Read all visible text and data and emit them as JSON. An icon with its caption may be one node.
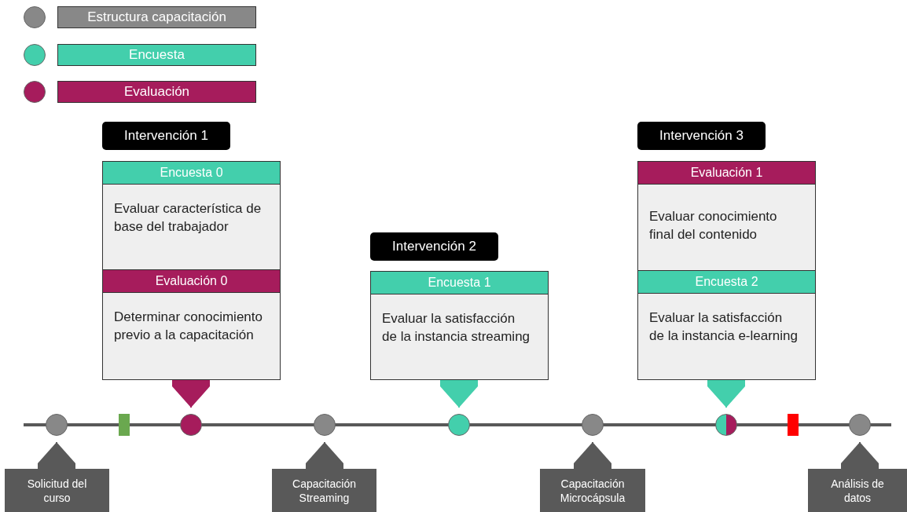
{
  "diagram": {
    "nodes": [
      {
        "text": [
          "Intervención 1"
        ]
      },
      {
        "text": [
          "Encuesta 0",
          "Evaluar característica de base del trabajador"
        ]
      },
      {
        "text": [
          "Evaluación 0",
          "Determinar conocimiento previo a la capacitación"
        ]
      },
      {
        "text": [
          "Intervención 2"
        ]
      },
      {
        "text": [
          "Encuesta 1",
          "Evaluar la satisfacción de la instancia streaming"
        ]
      },
      {
        "text": [
          "Intervención 3"
        ]
      },
      {
        "text": [
          "Evaluación 1",
          "Evaluar conocimiento final del contenido"
        ]
      },
      {
        "text": [
          "Encuesta 2",
          "Evaluar la satisfacción de la instancia e-learning"
        ]
      },
      {
        "text": [],
        "shape": "circle"
      },
      {
        "text": [],
        "shape": "bar"
      },
      {
        "text": [],
        "shape": "circle"
      },
      {
        "text": [],
        "shape": "circle"
      },
      {
        "text": [],
        "shape": "circle"
      },
      {
        "text": [],
        "shape": "circle"
      },
      {
        "text": [],
        "shape": "circle"
      },
      {
        "text": [],
        "shape": "bar"
      },
      {
        "text": [],
        "shape": "circle"
      },
      {
        "text": [
          "Solicitud del curso"
        ]
      },
      {
        "text": [
          "Capacitación Streaming"
        ]
      },
      {
        "text": [
          "Capacitación Microcápsula"
        ]
      },
      {
        "text": [
          "Análisis de datos"
        ]
      }
    ],
    "edges": [
      {
        "from": 2,
        "to": 10,
        "arrow": "to",
        "color": "#a61c5c"
      },
      {
        "from": 4,
        "to": 12,
        "arrow": "to",
        "color": "#43cfac"
      },
      {
        "from": 7,
        "to": 14,
        "arrow": "to",
        "color": "#43cfac"
      },
      {
        "from": 17,
        "to": 8,
        "arrow": "to"
      },
      {
        "from": 18,
        "to": 11,
        "arrow": "to"
      },
      {
        "from": 19,
        "to": 13,
        "arrow": "to"
      },
      {
        "from": 20,
        "to": 16,
        "arrow": "to"
      }
    ],
    "legend": [
      {
        "text": "Estructura capacitación",
        "color": "#888888"
      },
      {
        "text": "Encuesta",
        "color": "#43cfac"
      },
      {
        "text": "Evaluación",
        "color": "#a61c5c"
      }
    ]
  }
}
